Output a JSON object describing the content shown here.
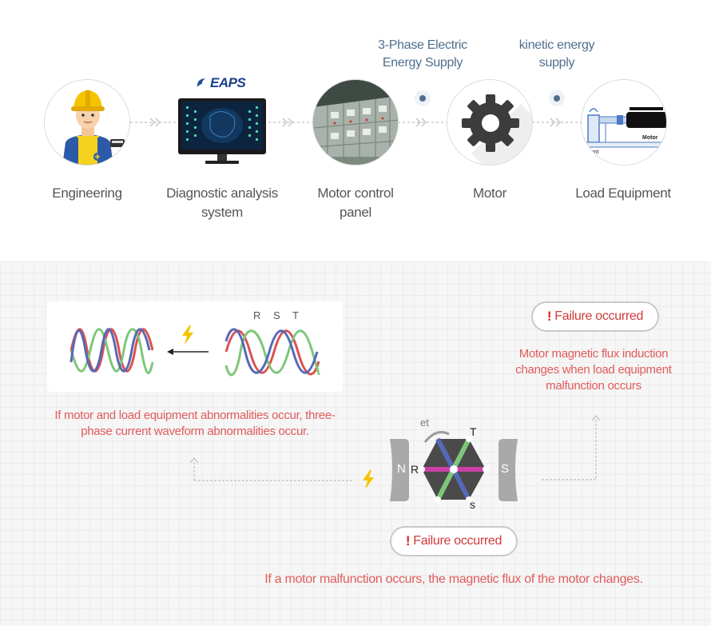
{
  "flow": {
    "nodes": [
      {
        "label": "Engineering",
        "icon": "engineer-icon"
      },
      {
        "label": "Diagnostic analysis system",
        "icon": "monitor-icon",
        "brand": "EAPS"
      },
      {
        "label": "Motor control panel",
        "icon": "control-panel-icon"
      },
      {
        "label": "Motor",
        "icon": "gear-icon"
      },
      {
        "label": "Load Equipment",
        "icon": "load-equipment-icon",
        "diagram_label": "Motor",
        "diagram_label_left": "ement"
      }
    ],
    "supply_labels": [
      "3-Phase Electric Energy Supply",
      "kinetic energy supply"
    ]
  },
  "waveform": {
    "phase_labels": "R S T"
  },
  "motor": {
    "label_et": "et",
    "label_T": "T",
    "label_R": "R",
    "label_S_small": "s",
    "pole_N": "N",
    "pole_S": "S"
  },
  "annotations": {
    "failure_1": "Failure occurred",
    "failure_2": "Failure occurred",
    "flux_text": "Motor magnetic flux induction changes when load equipment malfunction occurs",
    "waveform_text": "If motor and load equipment abnormalities occur, three-phase current waveform abnormalities occur.",
    "motor_text": "If a motor malfunction occurs, the magnetic flux of the motor changes."
  },
  "colors": {
    "supply_text": "#4f6f8e",
    "warning_text": "#e05b5b",
    "phase_red": "#d9534f",
    "phase_green": "#7dc67a",
    "phase_blue": "#5668b8",
    "lightning": "#f5c400",
    "accent_magenta": "#cc3fa8"
  }
}
